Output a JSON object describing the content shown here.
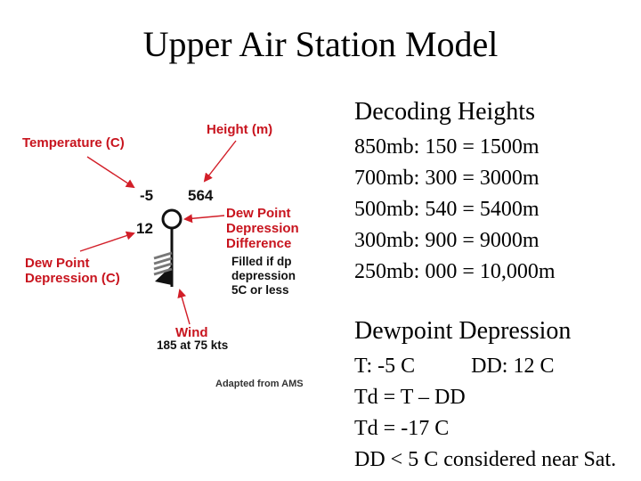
{
  "slide": {
    "title": "Upper Air Station Model"
  },
  "station_model": {
    "labels": {
      "temperature": "Temperature (C)",
      "height": "Height (m)",
      "dew_point_depression_difference": [
        "Dew Point",
        "Depression",
        "Difference"
      ],
      "filled_note": [
        "Filled if dp",
        "depression",
        "5C or less"
      ],
      "dew_point_depression_c": [
        "Dew Point",
        "Depression (C)"
      ],
      "wind": "Wind",
      "wind_value": "185 at 75 kts",
      "credit": "Adapted from AMS"
    },
    "values": {
      "temperature": "-5",
      "height": "564",
      "dewpoint_depression": "12"
    },
    "colors": {
      "label_red": "#c8141e",
      "arrow_red": "#d21e28",
      "symbol": "#111111"
    }
  },
  "decoding_heights": {
    "heading": "Decoding Heights",
    "rows": [
      "850mb: 150 = 1500m",
      "700mb: 300 = 3000m",
      "500mb: 540 = 5400m",
      "300mb: 900 = 9000m",
      "250mb: 000 = 10,000m"
    ]
  },
  "dewpoint_depression": {
    "heading": "Dewpoint Depression",
    "t_text": "T:  -5 C",
    "dd_text": "DD: 12 C",
    "lines": [
      "Td = T – DD",
      "Td = -17 C",
      "DD < 5 C considered near Sat."
    ]
  }
}
